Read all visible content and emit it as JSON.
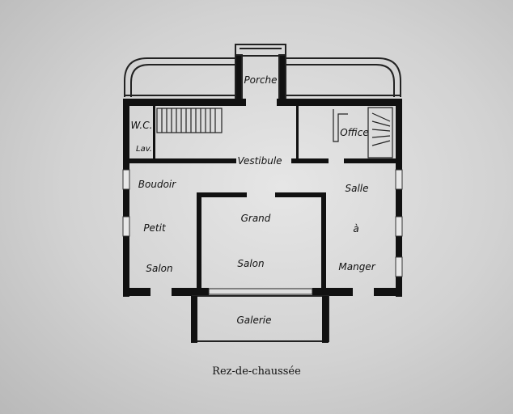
{
  "plan": {
    "rooms": {
      "porche": "Porche",
      "wc": "W.C.",
      "lav": "Lav.",
      "office": "Office",
      "vestibule": "Vestibule",
      "boudoir": "Boudoir",
      "salle_1": "Salle",
      "salle_2": "à",
      "salle_3": "Manger",
      "petit_1": "Petit",
      "petit_2": "Salon",
      "grand_1": "Grand",
      "grand_2": "Salon",
      "galerie": "Galerie"
    },
    "caption": "Rez-de-chaussée"
  }
}
